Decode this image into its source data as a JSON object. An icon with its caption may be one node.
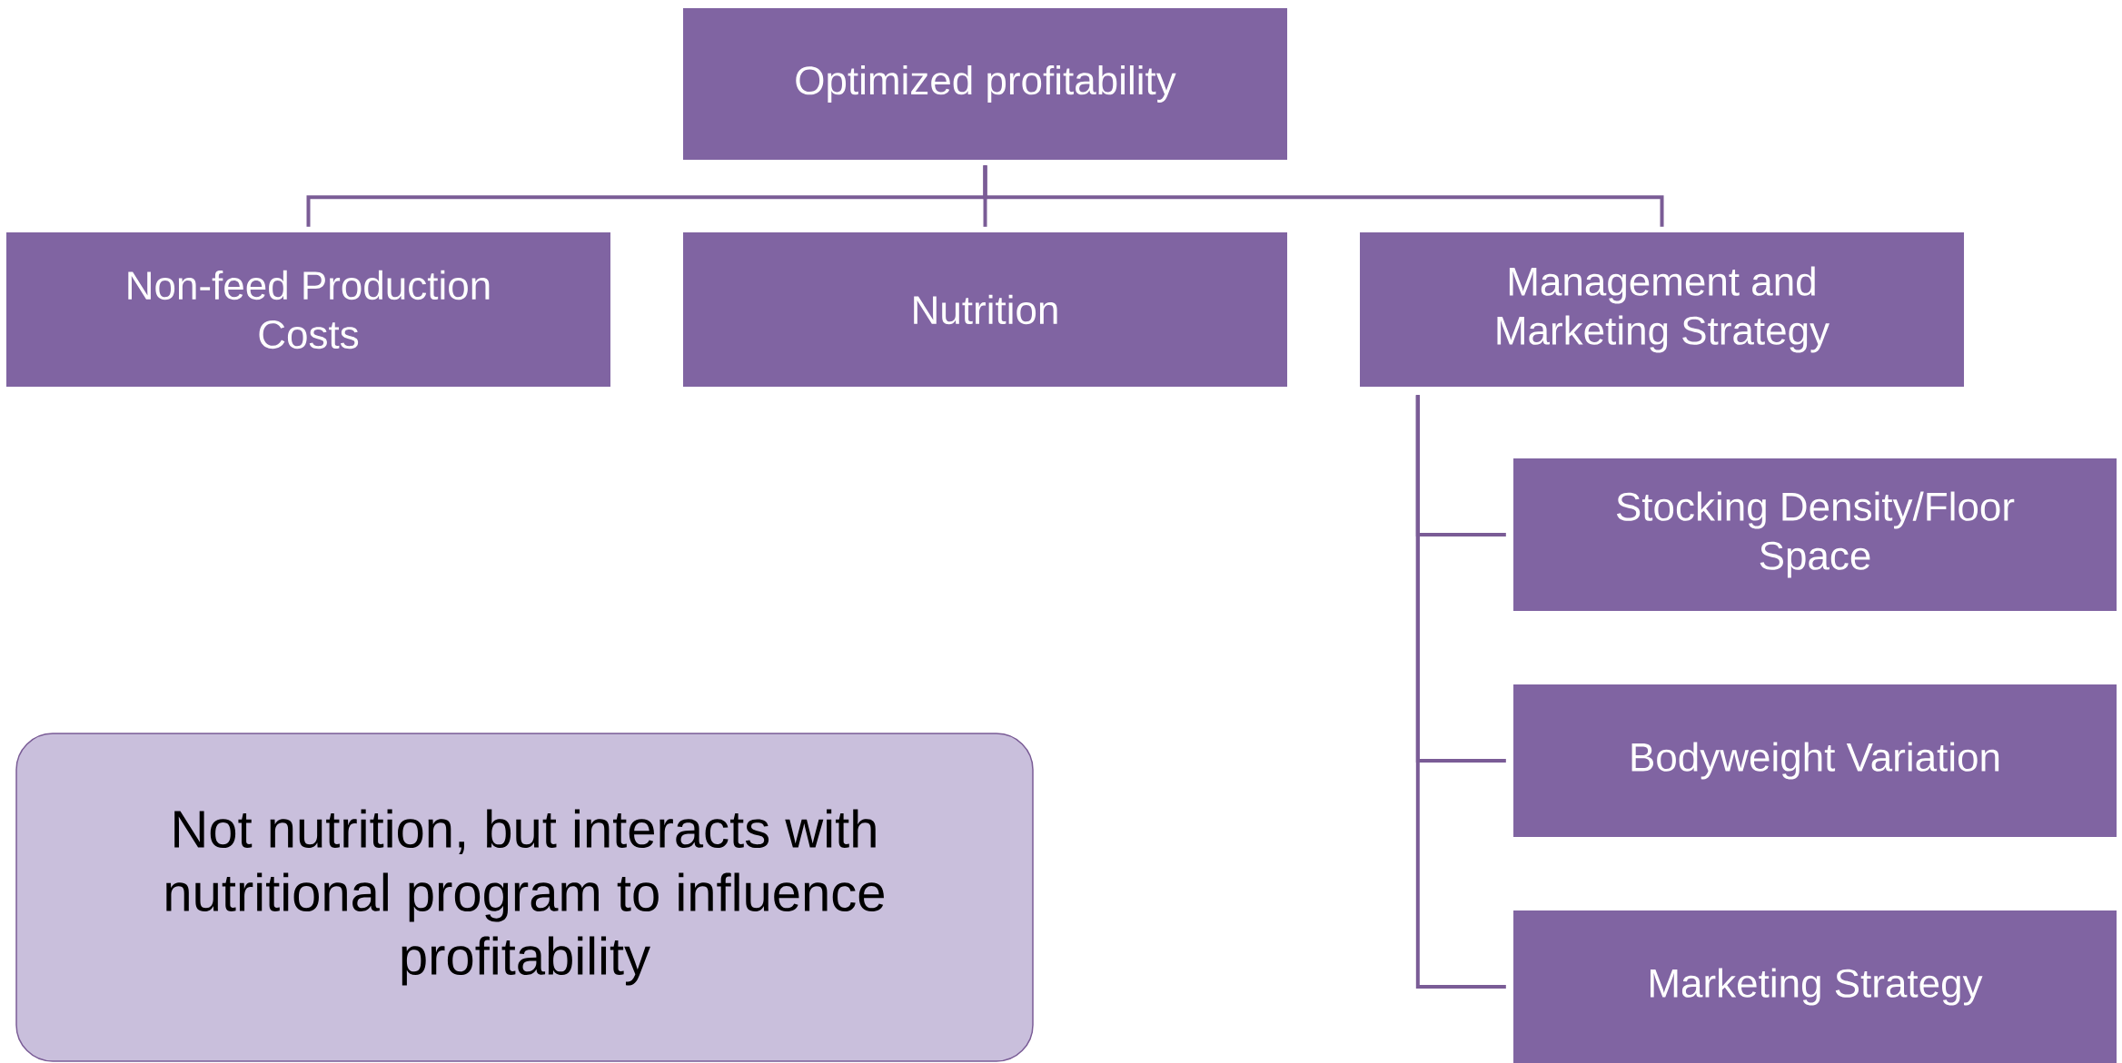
{
  "diagram": {
    "nodes": [
      {
        "text": [
          "Optimized profitability"
        ]
      },
      {
        "text": [
          "Non-feed Production Costs"
        ]
      },
      {
        "text": [
          "Nutrition"
        ]
      },
      {
        "text": [
          "Management and Marketing Strategy"
        ]
      },
      {
        "text": [
          "Stocking Density/Floor Space"
        ]
      },
      {
        "text": [
          "Bodyweight Variation"
        ]
      },
      {
        "text": [
          "Marketing Strategy"
        ]
      },
      {
        "text": [
          "Not nutrition, but interacts with nutritional program to influence profitability"
        ]
      }
    ],
    "edges": [
      {
        "from": 0,
        "to": 1,
        "arrow": "none"
      },
      {
        "from": 0,
        "to": 2,
        "arrow": "none"
      },
      {
        "from": 0,
        "to": 3,
        "arrow": "none"
      },
      {
        "from": 3,
        "to": 4,
        "arrow": "none"
      },
      {
        "from": 3,
        "to": 5,
        "arrow": "none"
      },
      {
        "from": 3,
        "to": 6,
        "arrow": "none"
      }
    ]
  }
}
